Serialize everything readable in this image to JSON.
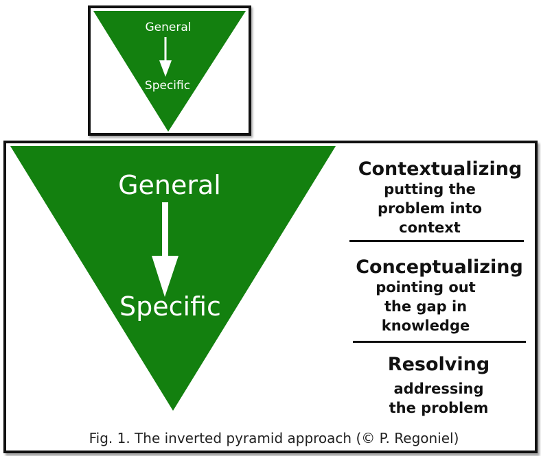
{
  "colors": {
    "pyramid_fill": "#13800f",
    "arrow": "#ffffff",
    "frame_border": "#111111",
    "text": "#111111"
  },
  "small_diagram": {
    "top_label": "General",
    "bottom_label": "Specific"
  },
  "main_diagram": {
    "top_label": "General",
    "bottom_label": "Specific",
    "stages": [
      {
        "title": "Contextualizing",
        "description": "putting the\nproblem into\ncontext"
      },
      {
        "title": "Conceptualizing",
        "description": "pointing out\nthe gap in\nknowledge"
      },
      {
        "title": "Resolving",
        "description": "addressing\nthe problem"
      }
    ],
    "caption": "Fig. 1. The inverted pyramid approach (© P. Regoniel)"
  }
}
